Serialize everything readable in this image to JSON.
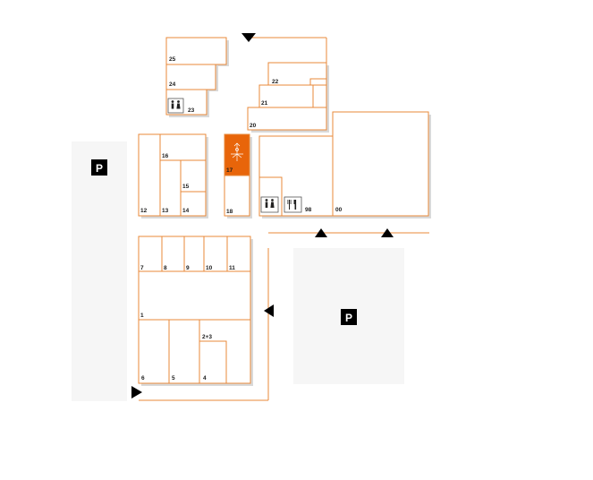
{
  "map": {
    "parking": [
      {
        "id": "parking-left",
        "label": "P"
      },
      {
        "id": "parking-right",
        "label": "P"
      }
    ],
    "units": {
      "u25": "25",
      "u24": "24",
      "u23": "23",
      "u22": "22",
      "u21": "21",
      "u20": "20",
      "u16": "16",
      "u15": "15",
      "u14": "14",
      "u13": "13",
      "u12": "12",
      "u17": "17",
      "u18": "18",
      "u98": "98",
      "u00": "00",
      "u7": "7",
      "u8": "8",
      "u9": "9",
      "u10": "10",
      "u11": "11",
      "u1": "1",
      "u6": "6",
      "u5": "5",
      "u23b": "2+3",
      "u4": "4"
    },
    "highlighted_unit": "17",
    "highlight_color": "#e8650a",
    "outline_color": "#e8893a",
    "amenities": [
      "toilets-icon",
      "restaurant-icon"
    ]
  }
}
